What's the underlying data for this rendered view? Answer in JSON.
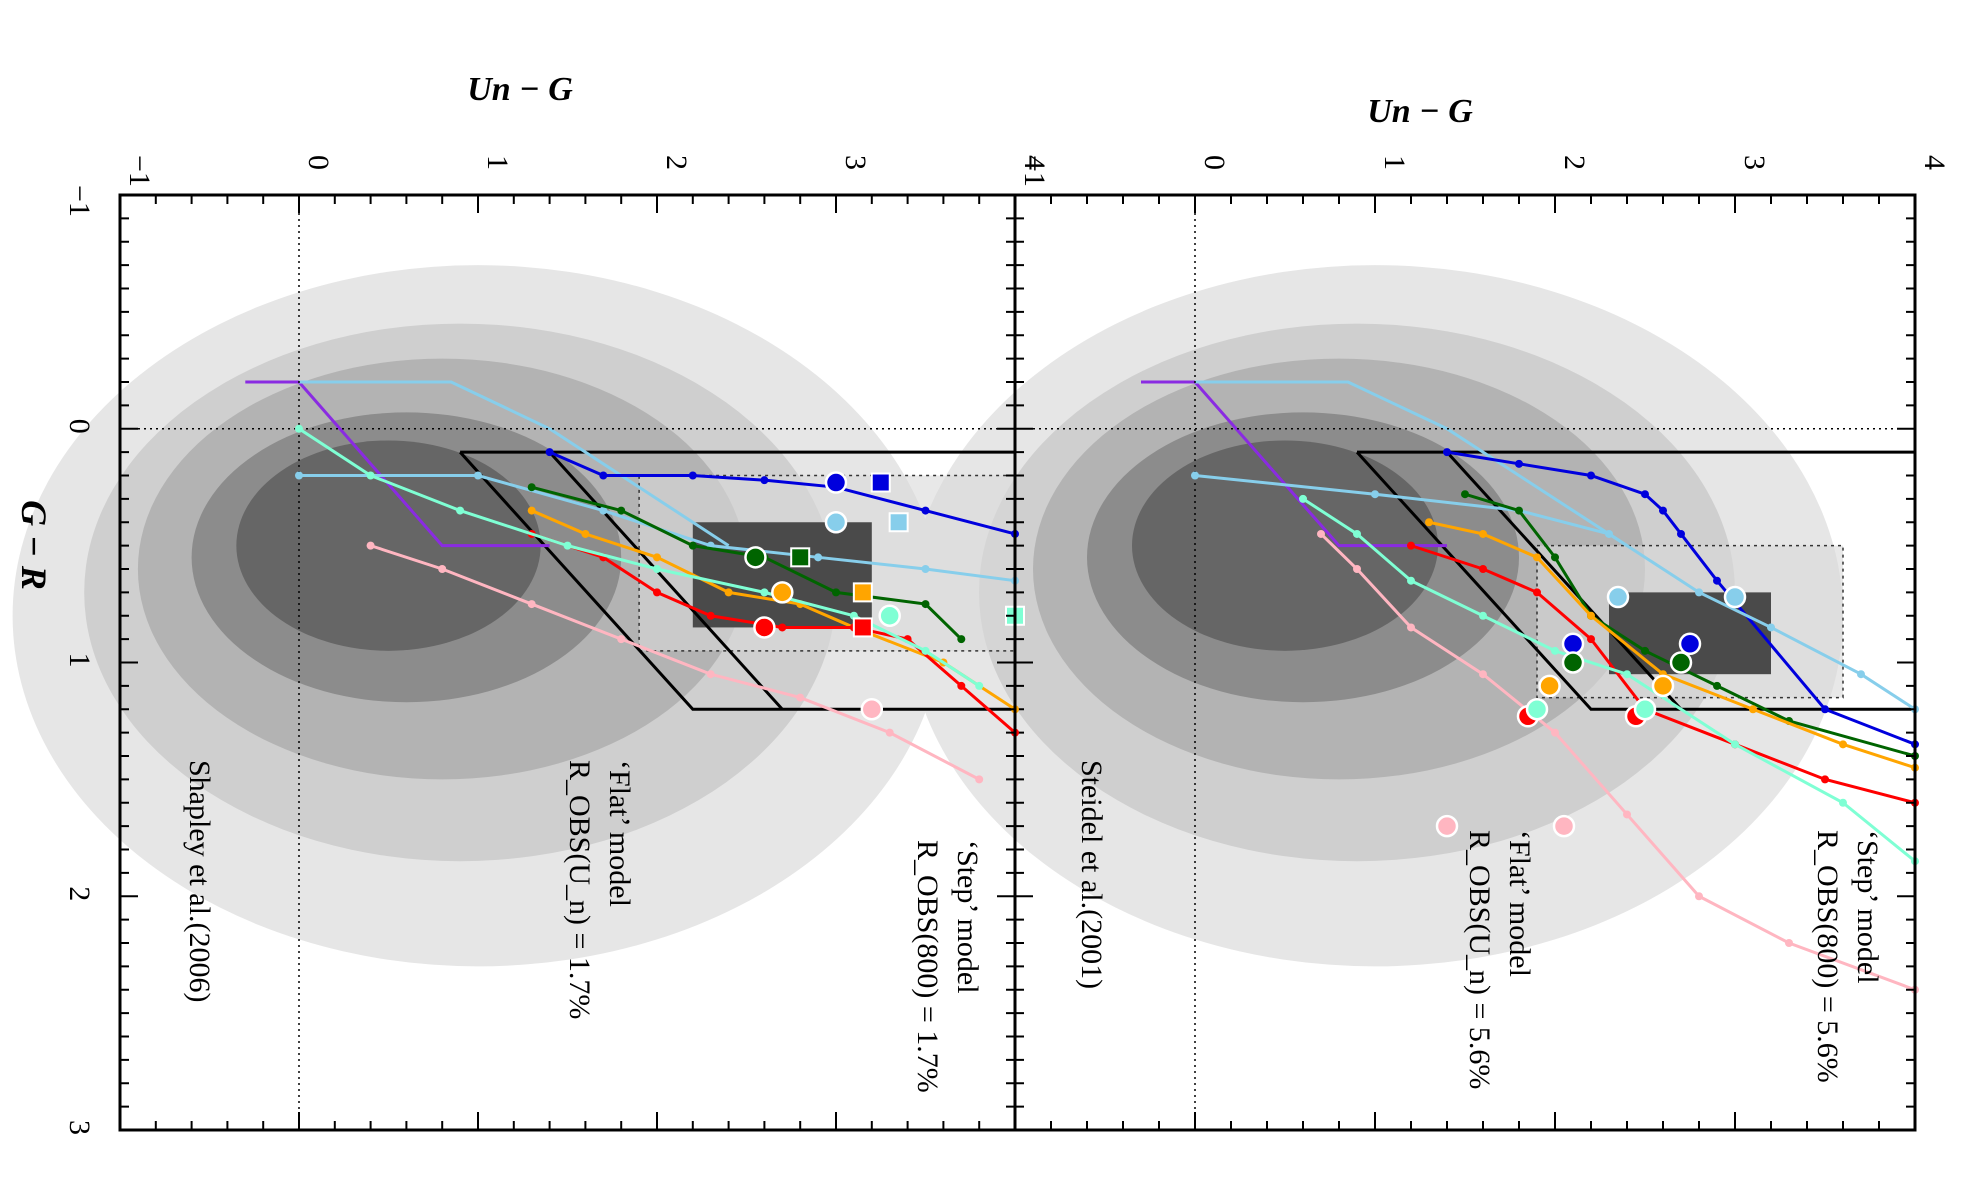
{
  "chart_data": [
    {
      "type": "scatter",
      "panel": "top",
      "xlabel": "Un − G",
      "ylabel": "G − R",
      "xlim": [
        -1,
        4
      ],
      "ylim": [
        -1,
        3
      ],
      "xticks": [
        "−1",
        "0",
        "1",
        "2",
        "3",
        "4"
      ],
      "yticks": [
        "−1",
        "0",
        "1",
        "2",
        "3"
      ],
      "reference_lines": {
        "x": 0,
        "y": 0,
        "style": "dotted"
      },
      "annotations": {
        "step_title": "‘Step’ model",
        "step_value": "R_OBS(800) = 5.6%",
        "flat_title": "‘Flat’ model",
        "flat_value": "R_OBS(U_n) = 5.6%",
        "reference": "Steidel et al.(2001)"
      },
      "background_contours": "grey density levels (galaxy colour distribution)",
      "selection_box": {
        "gr_min": 0.1,
        "gr_max": 1.2,
        "un_g_min": "0.8 + 1.4·(G−R) approx",
        "color": "#000000"
      },
      "dark_box": {
        "un_g": [
          2.3,
          3.2
        ],
        "g_r": [
          0.7,
          1.05
        ]
      },
      "dotted_box": {
        "un_g": [
          1.9,
          3.6
        ],
        "g_r": [
          0.5,
          1.15
        ]
      },
      "series": [
        {
          "color": "#0000dd",
          "points": [
            [
              1.4,
              0.1
            ],
            [
              1.8,
              0.15
            ],
            [
              2.2,
              0.2
            ],
            [
              2.5,
              0.28
            ],
            [
              2.6,
              0.35
            ],
            [
              2.7,
              0.45
            ],
            [
              2.9,
              0.65
            ],
            [
              3.5,
              1.2
            ],
            [
              4.0,
              1.35
            ]
          ]
        },
        {
          "color": "#87ceeb",
          "points": [
            [
              0.0,
              0.2
            ],
            [
              1.0,
              0.28
            ],
            [
              1.8,
              0.35
            ],
            [
              2.3,
              0.45
            ],
            [
              2.8,
              0.7
            ],
            [
              3.2,
              0.85
            ],
            [
              3.7,
              1.05
            ],
            [
              4.0,
              1.2
            ]
          ]
        },
        {
          "color": "#006400",
          "points": [
            [
              1.5,
              0.28
            ],
            [
              1.8,
              0.35
            ],
            [
              2.0,
              0.55
            ],
            [
              2.2,
              0.8
            ],
            [
              2.5,
              0.95
            ],
            [
              2.9,
              1.1
            ],
            [
              3.3,
              1.25
            ],
            [
              4.0,
              1.4
            ]
          ]
        },
        {
          "color": "#ffa500",
          "points": [
            [
              1.3,
              0.4
            ],
            [
              1.6,
              0.45
            ],
            [
              1.9,
              0.55
            ],
            [
              2.2,
              0.8
            ],
            [
              2.6,
              1.05
            ],
            [
              3.1,
              1.2
            ],
            [
              3.6,
              1.35
            ],
            [
              4.0,
              1.45
            ]
          ]
        },
        {
          "color": "#ff0000",
          "points": [
            [
              1.2,
              0.5
            ],
            [
              1.6,
              0.6
            ],
            [
              1.9,
              0.7
            ],
            [
              2.2,
              0.9
            ],
            [
              2.5,
              1.2
            ],
            [
              3.0,
              1.35
            ],
            [
              3.5,
              1.5
            ],
            [
              4.0,
              1.6
            ]
          ]
        },
        {
          "color": "#7fffd4",
          "points": [
            [
              0.6,
              0.3
            ],
            [
              0.9,
              0.45
            ],
            [
              1.2,
              0.65
            ],
            [
              1.6,
              0.8
            ],
            [
              2.0,
              0.95
            ],
            [
              2.4,
              1.05
            ],
            [
              3.0,
              1.35
            ],
            [
              3.6,
              1.6
            ],
            [
              4.0,
              1.85
            ]
          ]
        },
        {
          "color": "#ffb6c1",
          "points": [
            [
              0.7,
              0.45
            ],
            [
              0.9,
              0.6
            ],
            [
              1.2,
              0.85
            ],
            [
              1.6,
              1.05
            ],
            [
              2.0,
              1.3
            ],
            [
              2.4,
              1.65
            ],
            [
              2.8,
              2.0
            ],
            [
              3.3,
              2.2
            ],
            [
              4.0,
              2.4
            ]
          ]
        }
      ],
      "big_markers": [
        {
          "color": "#0000dd",
          "x": 2.75,
          "y": 0.92
        },
        {
          "color": "#0000dd",
          "x": 2.1,
          "y": 0.92
        },
        {
          "color": "#87ceeb",
          "x": 2.35,
          "y": 0.72
        },
        {
          "color": "#87ceeb",
          "x": 3.0,
          "y": 0.72
        },
        {
          "color": "#006400",
          "x": 2.1,
          "y": 1.0
        },
        {
          "color": "#006400",
          "x": 2.7,
          "y": 1.0
        },
        {
          "color": "#ffa500",
          "x": 1.97,
          "y": 1.1
        },
        {
          "color": "#ffa500",
          "x": 2.6,
          "y": 1.1
        },
        {
          "color": "#ff0000",
          "x": 1.85,
          "y": 1.23
        },
        {
          "color": "#ff0000",
          "x": 2.45,
          "y": 1.23
        },
        {
          "color": "#7fffd4",
          "x": 1.9,
          "y": 1.2
        },
        {
          "color": "#7fffd4",
          "x": 2.5,
          "y": 1.2
        },
        {
          "color": "#ffb6c1",
          "x": 1.4,
          "y": 1.7
        },
        {
          "color": "#ffb6c1",
          "x": 2.05,
          "y": 1.7
        }
      ]
    },
    {
      "type": "scatter",
      "panel": "bottom",
      "xlabel": "Un − G",
      "ylabel": "G − R",
      "xlim": [
        -1,
        4
      ],
      "ylim": [
        -1,
        3
      ],
      "xticks": [
        "−1",
        "0",
        "1",
        "2",
        "3",
        "4"
      ],
      "yticks": [
        "−1",
        "0",
        "1",
        "2",
        "3"
      ],
      "reference_lines": {
        "x": 0,
        "y": 0,
        "style": "dotted"
      },
      "annotations": {
        "step_title": "‘Step’ model",
        "step_value": "R_OBS(800) = 1.7%",
        "flat_title": "‘Flat’ model",
        "flat_value": "R_OBS(U_n) = 1.7%",
        "reference": "Shapley et al.(2006)"
      },
      "background_contours": "grey density levels (galaxy colour distribution)",
      "selection_box": {
        "gr_min": 0.1,
        "gr_max": 1.2,
        "color": "#000000"
      },
      "dark_box": {
        "un_g": [
          2.2,
          3.2
        ],
        "g_r": [
          0.4,
          0.85
        ]
      },
      "dotted_box": {
        "un_g": [
          1.9,
          4.0
        ],
        "g_r": [
          0.2,
          0.95
        ]
      },
      "series": [
        {
          "color": "#0000dd",
          "points": [
            [
              1.4,
              0.1
            ],
            [
              1.7,
              0.2
            ],
            [
              2.2,
              0.2
            ],
            [
              2.6,
              0.22
            ],
            [
              3.0,
              0.25
            ],
            [
              3.5,
              0.35
            ],
            [
              4.0,
              0.45
            ]
          ]
        },
        {
          "color": "#87ceeb",
          "points": [
            [
              0.0,
              0.2
            ],
            [
              1.0,
              0.2
            ],
            [
              1.7,
              0.35
            ],
            [
              2.3,
              0.5
            ],
            [
              2.9,
              0.55
            ],
            [
              3.5,
              0.6
            ],
            [
              4.0,
              0.65
            ]
          ]
        },
        {
          "color": "#006400",
          "points": [
            [
              1.3,
              0.25
            ],
            [
              1.8,
              0.35
            ],
            [
              2.2,
              0.5
            ],
            [
              2.6,
              0.55
            ],
            [
              3.0,
              0.7
            ],
            [
              3.5,
              0.75
            ],
            [
              3.7,
              0.9
            ]
          ]
        },
        {
          "color": "#ffa500",
          "points": [
            [
              1.3,
              0.35
            ],
            [
              1.6,
              0.45
            ],
            [
              2.0,
              0.55
            ],
            [
              2.4,
              0.7
            ],
            [
              2.8,
              0.75
            ],
            [
              3.1,
              0.85
            ],
            [
              3.6,
              1.0
            ],
            [
              4.0,
              1.2
            ]
          ]
        },
        {
          "color": "#ff0000",
          "points": [
            [
              1.3,
              0.45
            ],
            [
              1.7,
              0.55
            ],
            [
              2.0,
              0.7
            ],
            [
              2.3,
              0.8
            ],
            [
              2.7,
              0.85
            ],
            [
              3.1,
              0.85
            ],
            [
              3.4,
              0.9
            ],
            [
              3.7,
              1.1
            ],
            [
              4.0,
              1.3
            ]
          ]
        },
        {
          "color": "#7fffd4",
          "points": [
            [
              0.0,
              0.0
            ],
            [
              0.4,
              0.2
            ],
            [
              0.9,
              0.35
            ],
            [
              1.5,
              0.5
            ],
            [
              2.0,
              0.6
            ],
            [
              2.6,
              0.7
            ],
            [
              3.1,
              0.8
            ],
            [
              3.5,
              0.95
            ],
            [
              3.8,
              1.1
            ]
          ]
        },
        {
          "color": "#ffb6c1",
          "points": [
            [
              0.4,
              0.5
            ],
            [
              0.8,
              0.6
            ],
            [
              1.3,
              0.75
            ],
            [
              1.8,
              0.9
            ],
            [
              2.3,
              1.05
            ],
            [
              2.8,
              1.15
            ],
            [
              3.3,
              1.3
            ],
            [
              3.8,
              1.5
            ]
          ]
        }
      ],
      "big_markers": [
        {
          "color": "#0000dd",
          "x": 3.0,
          "y": 0.23
        },
        {
          "color": "#87ceeb",
          "x": 3.0,
          "y": 0.4
        },
        {
          "color": "#006400",
          "x": 2.55,
          "y": 0.55
        },
        {
          "color": "#ffa500",
          "x": 2.7,
          "y": 0.7
        },
        {
          "color": "#ff0000",
          "x": 2.6,
          "y": 0.85
        },
        {
          "color": "#7fffd4",
          "x": 3.3,
          "y": 0.8
        },
        {
          "color": "#ffb6c1",
          "x": 3.2,
          "y": 1.2
        }
      ],
      "square_markers": [
        {
          "color": "#0000dd",
          "x": 3.25,
          "y": 0.23
        },
        {
          "color": "#87ceeb",
          "x": 3.35,
          "y": 0.4
        },
        {
          "color": "#006400",
          "x": 2.8,
          "y": 0.55
        },
        {
          "color": "#ffa500",
          "x": 3.15,
          "y": 0.7
        },
        {
          "color": "#ff0000",
          "x": 3.15,
          "y": 0.85
        },
        {
          "color": "#7fffd4",
          "x": 4.0,
          "y": 0.8
        }
      ]
    }
  ],
  "purple_track_color": "#8a2be2",
  "contour_colors": [
    "#e6e6e6",
    "#cfcfcf",
    "#b3b3b3",
    "#8c8c8c",
    "#666666"
  ]
}
